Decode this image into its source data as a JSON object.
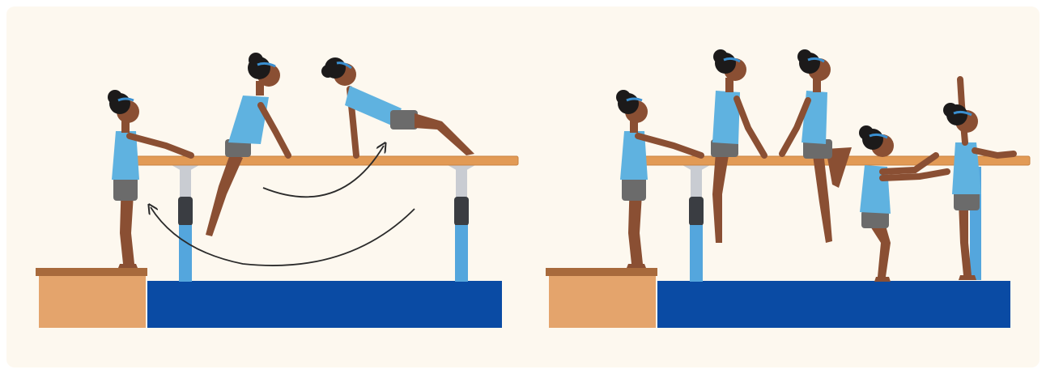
{
  "illustration": {
    "panels": [
      {
        "id": "left",
        "gymnasts": 3,
        "arrows": 2
      },
      {
        "id": "right",
        "gymnasts": 5,
        "arrows": 0
      }
    ],
    "colors": {
      "page": "#ffffff",
      "panel_bg": "#fdf8ef",
      "bar_wood": "#e29a55",
      "bar_wood_edge": "#c98240",
      "step_box": "#e4a46c",
      "step_box_top": "#a86a3c",
      "mat": "#0a4ba4",
      "upright_blue": "#54a6dd",
      "upright_gray": "#c9ccd2",
      "upright_joint": "#3a3d42",
      "skin": "#8a4f33",
      "hair": "#1c1a1a",
      "leotard": "#5fb2e0",
      "shorts": "#6b6b6b",
      "headband": "#3a8fd0",
      "arrow": "#2b2b2b"
    }
  }
}
